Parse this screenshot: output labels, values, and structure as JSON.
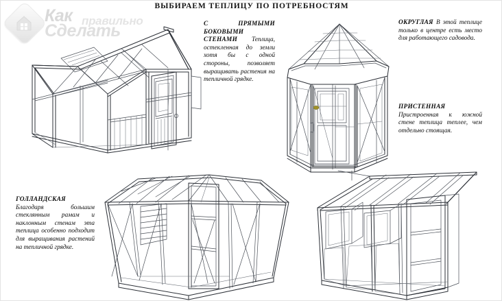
{
  "page": {
    "title": "ВЫБИРАЕМ ТЕПЛИЦУ ПО ПОТРЕБНОСТЯМ",
    "background_color": "#ffffff",
    "line_color": "#2b2f36",
    "border_color": "#e3e3e3"
  },
  "watermark": {
    "icon": "house-logo-icon",
    "text_primary": "Как",
    "text_secondary": "правильно",
    "text_tertiary": "Сделать",
    "color": "#c7c7c7"
  },
  "captions": {
    "straight": {
      "heading": "С ПРЯМЫМИ БОКОВЫМИ СТЕНАМИ",
      "body": " Теплица, остекленная до земли хотя бы с одной стороны, позволяет выращивать растения на тепличной грядке."
    },
    "round": {
      "heading": "ОКРУГЛАЯ",
      "body": " В этой теплице только в центре есть место для работающего садовода."
    },
    "lean": {
      "heading": "ПРИСТЕННАЯ",
      "body": " Пристроенная к южной стене теплица теплее, чем отдельно стоящая."
    },
    "dutch": {
      "heading": "ГОЛЛАНДСКАЯ",
      "body": " Благодаря большим стеклянным рамам и наклонным стенам эта теплица особенно подходит для выращивания растений на тепличной грядке."
    }
  },
  "figures": {
    "straight": {
      "name": "greenhouse-straight-walls-illustration",
      "door_handle_color": "#a09128"
    },
    "round": {
      "name": "greenhouse-octagonal-illustration",
      "door_handle_color": "#a09128"
    },
    "dutch": {
      "name": "greenhouse-dutch-sloped-illustration"
    },
    "lean": {
      "name": "greenhouse-lean-to-illustration"
    }
  }
}
